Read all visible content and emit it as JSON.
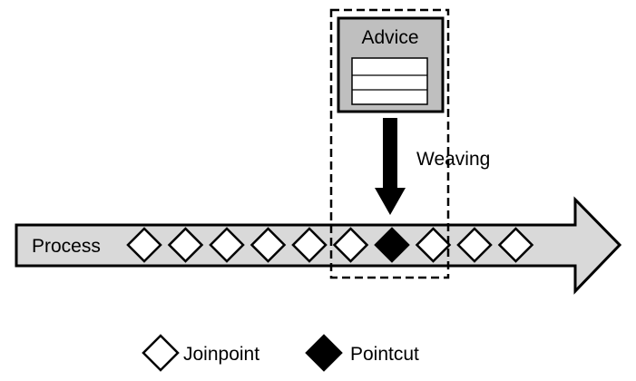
{
  "diagram": {
    "advice_label": "Advice",
    "weaving_label": "Weaving",
    "process_label": "Process",
    "joinpoints": [
      "joinpoint",
      "joinpoint",
      "joinpoint",
      "joinpoint",
      "joinpoint",
      "joinpoint",
      "pointcut",
      "joinpoint",
      "joinpoint",
      "joinpoint"
    ]
  },
  "legend": {
    "joinpoint_label": "Joinpoint",
    "pointcut_label": "Pointcut"
  },
  "colors": {
    "process_arrow_fill": "#d9d9d9",
    "advice_box_fill": "#bfbfbf",
    "stroke": "#000000",
    "joinpoint_fill": "#ffffff",
    "pointcut_fill": "#000000"
  }
}
